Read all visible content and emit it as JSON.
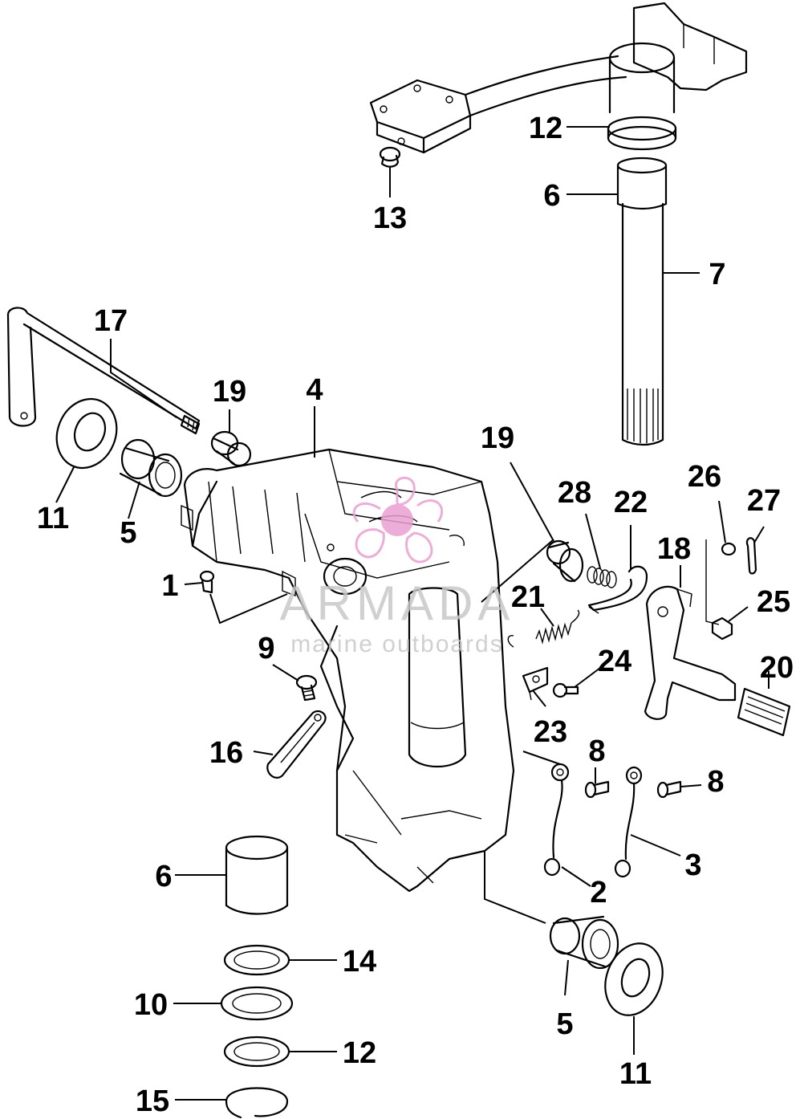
{
  "watermark": {
    "brand": "ARMADA",
    "tagline": "marine outboards",
    "logo_color": "#e9a0d2",
    "text_color": "#c8c8c8"
  },
  "callouts": [
    {
      "id": "c17",
      "label": "17"
    },
    {
      "id": "c19a",
      "label": "19"
    },
    {
      "id": "c4",
      "label": "4"
    },
    {
      "id": "c11a",
      "label": "11"
    },
    {
      "id": "c5a",
      "label": "5"
    },
    {
      "id": "c1",
      "label": "1"
    },
    {
      "id": "c9",
      "label": "9"
    },
    {
      "id": "c16",
      "label": "16"
    },
    {
      "id": "c6a",
      "label": "6"
    },
    {
      "id": "c14",
      "label": "14"
    },
    {
      "id": "c10",
      "label": "10"
    },
    {
      "id": "c12a",
      "label": "12"
    },
    {
      "id": "c15",
      "label": "15"
    },
    {
      "id": "c12b",
      "label": "12"
    },
    {
      "id": "c6b",
      "label": "6"
    },
    {
      "id": "c13",
      "label": "13"
    },
    {
      "id": "c7",
      "label": "7"
    },
    {
      "id": "c19b",
      "label": "19"
    },
    {
      "id": "c28",
      "label": "28"
    },
    {
      "id": "c22",
      "label": "22"
    },
    {
      "id": "c26",
      "label": "26"
    },
    {
      "id": "c27",
      "label": "27"
    },
    {
      "id": "c18",
      "label": "18"
    },
    {
      "id": "c21",
      "label": "21"
    },
    {
      "id": "c25",
      "label": "25"
    },
    {
      "id": "c24",
      "label": "24"
    },
    {
      "id": "c20",
      "label": "20"
    },
    {
      "id": "c23",
      "label": "23"
    },
    {
      "id": "c8a",
      "label": "8"
    },
    {
      "id": "c8b",
      "label": "8"
    },
    {
      "id": "c3",
      "label": "3"
    },
    {
      "id": "c2",
      "label": "2"
    },
    {
      "id": "c5b",
      "label": "5"
    },
    {
      "id": "c11b",
      "label": "11"
    }
  ]
}
